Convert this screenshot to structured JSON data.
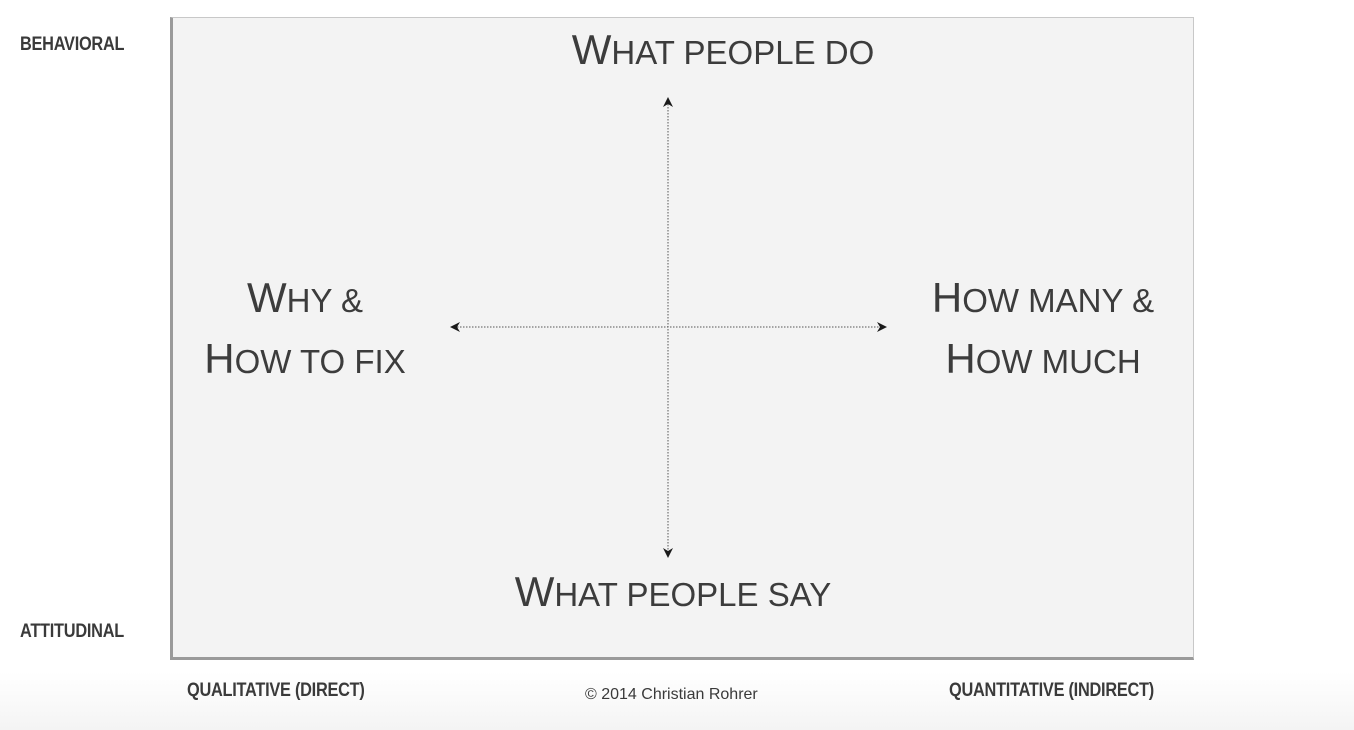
{
  "axes": {
    "top_label": "BEHAVIORAL",
    "bottom_label": "ATTITUDINAL",
    "left_label": "QUALITATIVE (DIRECT)",
    "right_label": "QUANTITATIVE (INDIRECT)"
  },
  "quadrants": {
    "top": {
      "first": "W",
      "rest": "hat people do"
    },
    "bottom": {
      "first": "W",
      "rest": "hat people say"
    },
    "left": {
      "line1_first": "W",
      "line1_rest": "hy &",
      "line2_first": "H",
      "line2_rest": "ow to fix"
    },
    "right": {
      "line1_first": "H",
      "line1_rest": "ow many &",
      "line2_first": "H",
      "line2_rest": "ow much"
    }
  },
  "footer": {
    "copyright": "© 2014 Christian Rohrer"
  },
  "colors": {
    "plot_background": "#f3f3f3",
    "text": "#3c3c3c",
    "axis_border": "#9a9a9a"
  }
}
